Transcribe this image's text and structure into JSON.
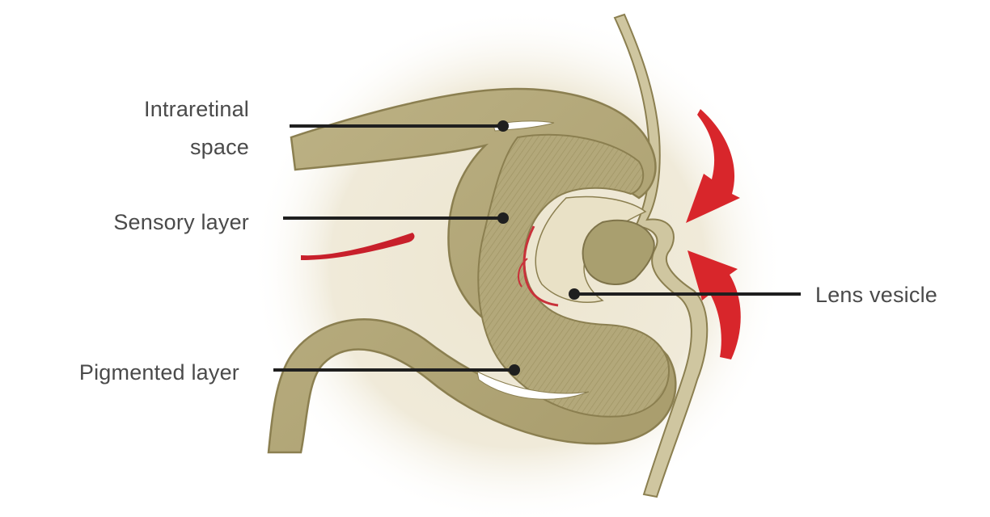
{
  "labels": {
    "intraretinal_line1": "Intraretinal",
    "intraretinal_line2": "space",
    "sensory": "Sensory layer",
    "pigmented": "Pigmented layer",
    "lens": "Lens vesicle"
  },
  "colors": {
    "background": "#ffffff",
    "halo": "#efe9d7",
    "tissue": "#b9ae82",
    "tissue_dark": "#a69a6b",
    "tissue_edge": "#8b7f50",
    "lens": "#a99f6f",
    "ectoderm": "#c6bd96",
    "arrow_red": "#d8262b",
    "leader_line": "#1f1f1f",
    "label_text": "#4a4a4a"
  },
  "icons": {
    "arrows": [
      "invagination-arrow-top",
      "invagination-arrow-bottom",
      "invagination-arrow-left"
    ]
  }
}
